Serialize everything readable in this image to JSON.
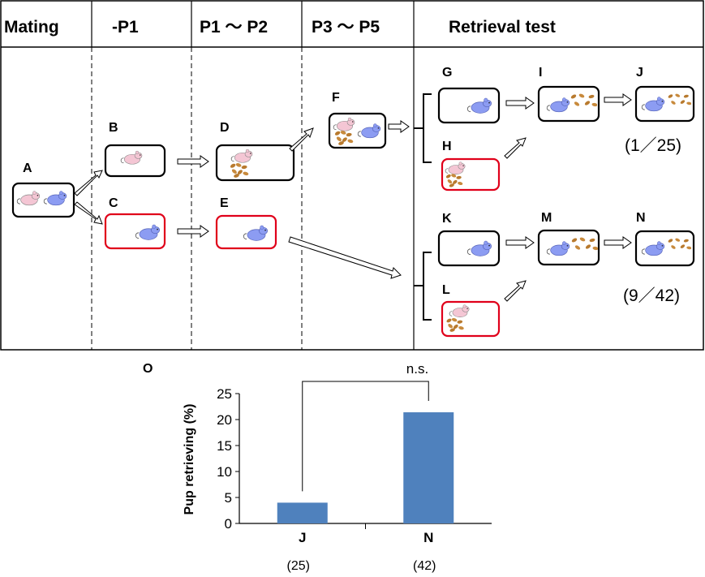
{
  "headers": [
    "Mating",
    "-P1",
    "P1 〜 P2",
    "P3 〜 P5",
    "Retrieval test"
  ],
  "panel_labels": {
    "A": "A",
    "B": "B",
    "C": "C",
    "D": "D",
    "E": "E",
    "F": "F",
    "G": "G",
    "H": "H",
    "I": "I",
    "J": "J",
    "K": "K",
    "L": "L",
    "M": "M",
    "N": "N",
    "O": "O"
  },
  "counts": {
    "upper": "(1／25)",
    "lower": "(9／42)"
  },
  "colors": {
    "female": "#f4c6d4",
    "male": "#8c9cf2",
    "pup": "#b87a2e",
    "bar": "#4f81bd",
    "red_box": "#e0001a"
  },
  "chart_data": {
    "type": "bar",
    "categories": [
      "J",
      "N"
    ],
    "values": [
      4.0,
      21.4
    ],
    "n_labels": [
      "(25)",
      "(42)"
    ],
    "ylabel": "Pup retrieving  (%)",
    "ylim": [
      0,
      25
    ],
    "yticks": [
      0,
      5,
      10,
      15,
      20,
      25
    ],
    "significance": "n.s."
  }
}
